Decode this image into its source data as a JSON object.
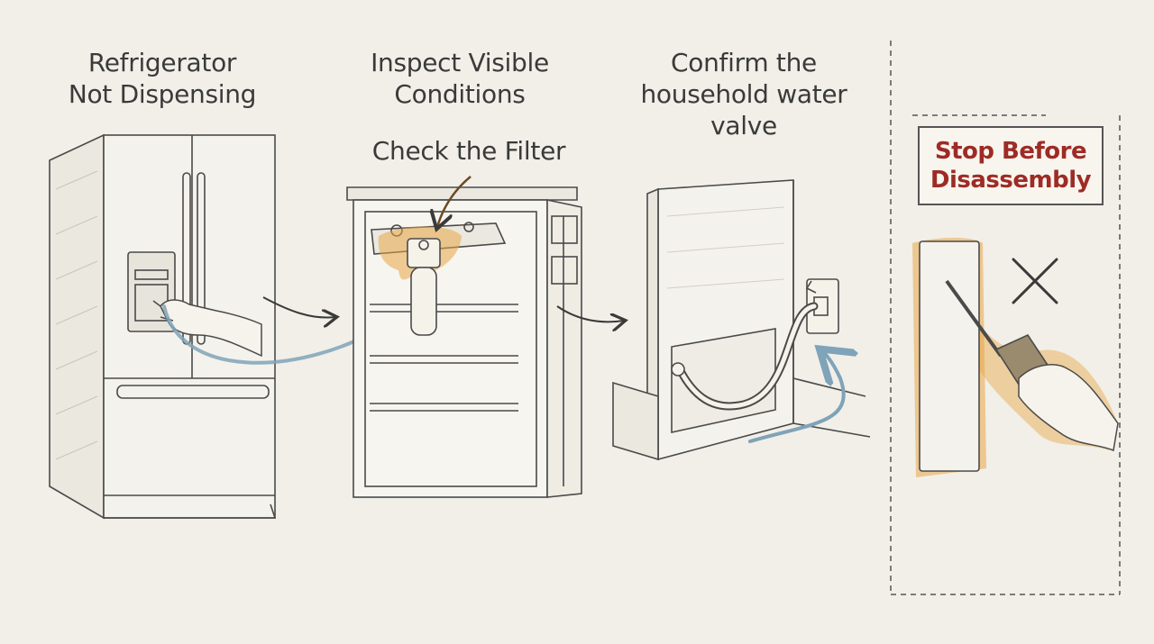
{
  "steps": [
    {
      "id": "step-1",
      "lines": [
        "Refrigerator",
        "Not Dispensing"
      ]
    },
    {
      "id": "step-2",
      "lines": [
        "Inspect Visible",
        "Conditions"
      ]
    },
    {
      "id": "step-3",
      "lines": [
        "Confirm the",
        "household water",
        "valve"
      ]
    }
  ],
  "callout": {
    "text": "Check the Filter"
  },
  "warning": {
    "lines": [
      "Stop Before",
      "Disassembly"
    ]
  },
  "icons": {
    "refrigerator": "french-door-refrigerator-icon",
    "open_fridge": "open-refrigerator-icon",
    "valve": "wall-water-valve-icon",
    "hand": "hand-icon",
    "screwdriver": "screwdriver-icon",
    "prohibited": "x-mark-icon"
  },
  "colors": {
    "ink": "#3a3a3a",
    "water_flow": "#7fa3b8",
    "highlight": "#e8a645",
    "warning_text": "#9e2b25",
    "background": "#f1efe8"
  }
}
